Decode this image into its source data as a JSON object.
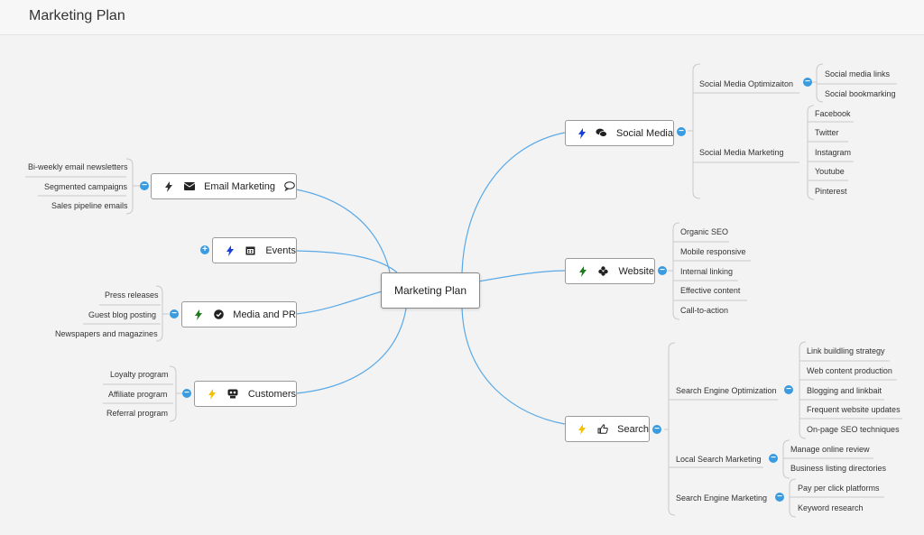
{
  "header": {
    "title": "Marketing Plan"
  },
  "central": {
    "label": "Marketing Plan"
  },
  "colors": {
    "link": "#5aa9e6",
    "bracket": "#c9c9c9",
    "toggle": "#3a9be0",
    "bolt_blue": "#1a3fd6",
    "bolt_green": "#1f7a22",
    "bolt_yellow": "#f2c200"
  },
  "branches": {
    "email": {
      "label": "Email Marketing",
      "icon": "envelope-icon",
      "extra_icon": "speech-bubble-icon",
      "leaves": [
        "Bi-weekly email newsletters",
        "Segmented campaigns",
        "Sales pipeline emails"
      ]
    },
    "events": {
      "label": "Events",
      "icon": "calendar-icon"
    },
    "media": {
      "label": "Media and PR",
      "icon": "check-circle-icon",
      "leaves": [
        "Press releases",
        "Guest blog posting",
        "Newspapers and magazines"
      ]
    },
    "customers": {
      "label": "Customers",
      "icon": "customer-icon",
      "leaves": [
        "Loyalty program",
        "Affiliate program",
        "Referral program"
      ]
    },
    "social": {
      "label": "Social Media",
      "icon": "chat-icon",
      "subs": [
        {
          "label": "Social Media Optimizaiton",
          "leaves": [
            "Social media links",
            "Social bookmarking"
          ]
        },
        {
          "label": "Social Media Marketing",
          "leaves": [
            "Facebook",
            "Twitter",
            "Instagram",
            "Youtube",
            "Pinterest"
          ]
        }
      ]
    },
    "website": {
      "label": "Website",
      "icon": "puzzle-icon",
      "leaves": [
        "Organic SEO",
        "Mobile responsive",
        "Internal linking",
        "Effective content",
        "Call-to-action"
      ]
    },
    "search": {
      "label": "Search",
      "icon": "pointing-hand-icon",
      "subs": [
        {
          "label": "Search Engine Optimization",
          "leaves": [
            "Link buildling strategy",
            "Web content production",
            "Blogging and linkbait",
            "Frequent website updates",
            "On-page SEO techniques"
          ]
        },
        {
          "label": "Local Search Marketing",
          "leaves": [
            "Manage online review",
            "Business listing directories"
          ]
        },
        {
          "label": "Search Engine Marketing",
          "leaves": [
            "Pay per click platforms",
            "Keyword research"
          ]
        }
      ]
    }
  }
}
